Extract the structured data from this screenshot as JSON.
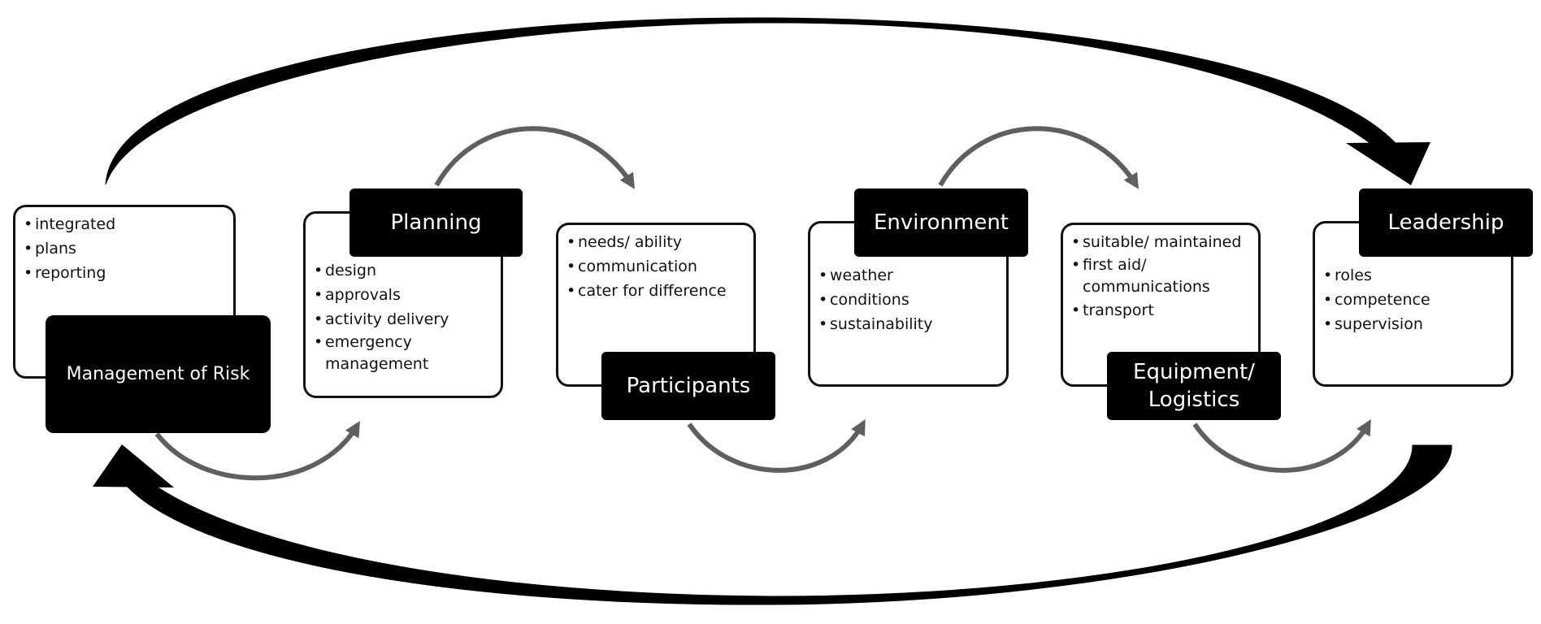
{
  "stages": [
    {
      "id": "management-of-risk",
      "title": "Management of Risk",
      "items": [
        "integrated",
        "plans",
        "reporting"
      ]
    },
    {
      "id": "planning",
      "title": "Planning",
      "items": [
        "design",
        "approvals",
        "activity delivery",
        "emergency management"
      ]
    },
    {
      "id": "participants",
      "title": "Participants",
      "items": [
        "needs/ ability",
        "communication",
        "cater for difference"
      ]
    },
    {
      "id": "environment",
      "title": "Environment",
      "items": [
        "weather",
        "conditions",
        "sustainability"
      ]
    },
    {
      "id": "equipment-logistics",
      "title": "Equipment/ Logistics",
      "items": [
        "suitable/ maintained",
        "first aid/ communications",
        "transport"
      ]
    },
    {
      "id": "leadership",
      "title": "Leadership",
      "items": [
        "roles",
        "competence",
        "supervision"
      ]
    }
  ],
  "colors": {
    "title_fill": "#000000",
    "title_text": "#ffffff",
    "card_border": "#111111",
    "connector_arrow": "#5f5f5f",
    "cycle_arrow": "#000000"
  }
}
